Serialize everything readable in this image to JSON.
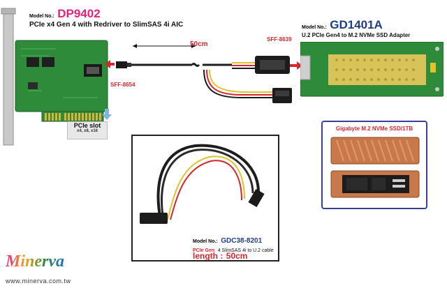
{
  "aic": {
    "model_prefix": "Model No.:",
    "model": "DP9402",
    "title": "PCIe x4 Gen 4 with Redriver to SlimSAS 4i AIC",
    "conn": "SFF-8654",
    "slot_title": "PCIe slot",
    "slot_sub": "x4, x8, x16"
  },
  "cable_top": {
    "length": "50cm",
    "conn": "SFF-8639"
  },
  "adapter": {
    "model_prefix": "Model No.:",
    "model": "GD1401A",
    "title": "U.2 PCIe Gen4 to M.2 NVMe SSD Adapter"
  },
  "ssd": {
    "title": "Gigabyte M.2 NVMe SSD/1TB"
  },
  "cable": {
    "model_prefix": "Model No.:",
    "model": "GDC38-8201",
    "desc_red": "PCIe Gen",
    "desc": "4 SlimSAS 4i to U.2 cable",
    "length_label": "length :",
    "length_value": "50cm"
  },
  "brand": {
    "logo": "Minerva",
    "url": "www.minerva.com.tw"
  },
  "colors": {
    "pcb_green": "#2e8b3a",
    "brand_pink": "#e8217a",
    "title_blue": "#1f3c88",
    "label_red": "#d7262e"
  }
}
